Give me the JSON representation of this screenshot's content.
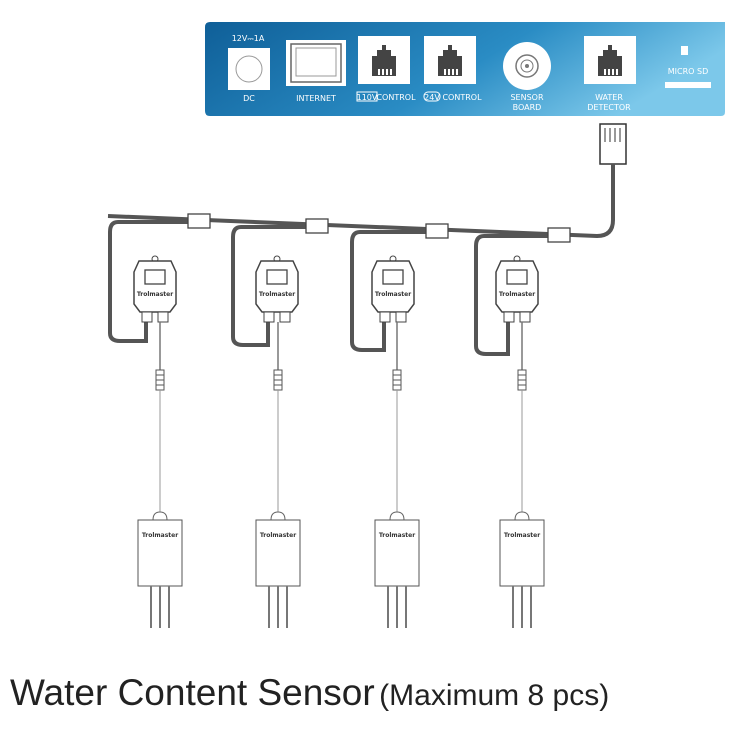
{
  "controller_panel": {
    "ports": [
      {
        "id": "dc",
        "label": "DC",
        "rating": "12V⎓1A"
      },
      {
        "id": "internet",
        "label": "INTERNET"
      },
      {
        "id": "control-110v",
        "badge": "110V",
        "label": "CONTROL"
      },
      {
        "id": "control-24v",
        "badge": "24V",
        "label": "CONTROL"
      },
      {
        "id": "sensor-board",
        "label_line1": "SENSOR",
        "label_line2": "BOARD"
      },
      {
        "id": "water-detector",
        "label_line1": "WATER",
        "label_line2": "DETECTOR"
      },
      {
        "id": "micro-sd",
        "label": "MICRO SD"
      }
    ],
    "colors": {
      "panel_dark": "#0f5f98",
      "panel_light": "#6cc0e6"
    }
  },
  "sensors": {
    "count_shown": 4,
    "brand": "Trolmaster"
  },
  "caption": {
    "main": "Water Content Sensor",
    "sub": "(Maximum 8 pcs)"
  }
}
